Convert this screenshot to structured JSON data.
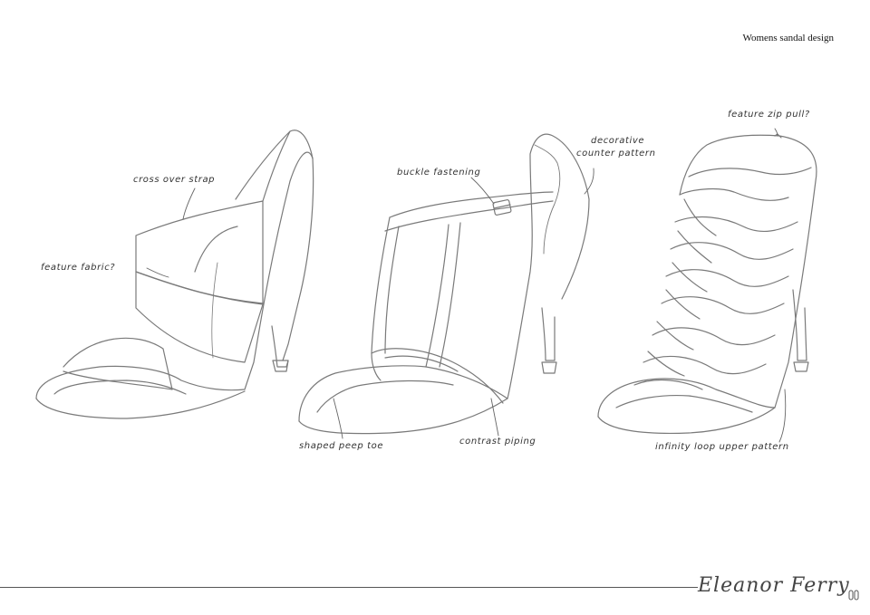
{
  "header": {
    "title": "Womens sandal design"
  },
  "annotations": {
    "cross_over_strap": "cross over strap",
    "feature_fabric": "feature fabric?",
    "buckle_fastening": "buckle fastening",
    "decorative_counter_line1": "decorative",
    "decorative_counter_line2": "counter pattern",
    "shaped_peep_toe": "shaped peep toe",
    "contrast_piping": "contrast piping",
    "feature_zip_pull": "feature zip pull?",
    "infinity_loop": "infinity loop upper pattern"
  },
  "footer": {
    "designer": "Eleanor Ferry"
  },
  "style": {
    "line_color": "#7a7a7a",
    "text_color": "#333333"
  }
}
